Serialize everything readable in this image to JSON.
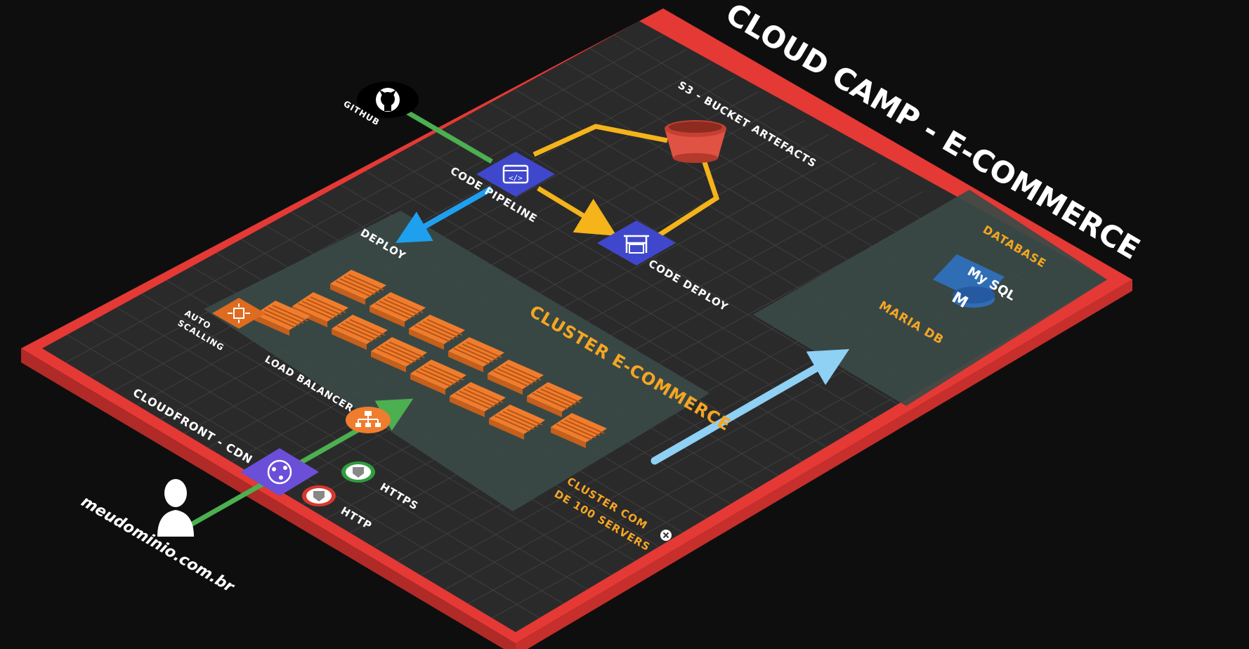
{
  "title": "CLOUD CAMP -    E-COMMERCE",
  "labels": {
    "github": "GITHUB",
    "s3": "S3 - BUCKET ARTEFACTS",
    "code_pipeline": "CODE PIPELINE",
    "code_deploy": "CODE DEPLOY",
    "deploy": "DEPLOY",
    "database": "DATABASE",
    "mysql": "My SQL",
    "maria_db": "MARIA DB",
    "cluster": "CLUSTER E-COMMERCE",
    "auto_scaling_line1": "AUTO",
    "auto_scaling_line2": "SCALLING",
    "load_balancer": "LOAD BALANCER",
    "cloudfront": "CLOUDFRONT - CDN",
    "https": "HTTPS",
    "http": "HTTP",
    "cluster_note_line1": "CLUSTER  COM",
    "cluster_note_line2": "DE 100 SERVERS",
    "domain": "meudominio.com.br"
  },
  "colors": {
    "background": "#0e0e0e",
    "platform_border": "#e53935",
    "platform_surface": "#2b2a2b",
    "grid": "#3f3f40",
    "zone": "#3b4a47",
    "orange_text": "#f5a623",
    "pipeline_yellow": "#f4b41a",
    "deploy_blue": "#1ea0ef",
    "db_arrow": "#8fd0f5",
    "green_line": "#4caf50",
    "aws_purple": "#3f48cc",
    "cdn_purple": "#6b4fd8",
    "ec2_orange": "#ef7d2d",
    "mysql_blue": "#2f6db5"
  },
  "icons": [
    "github-icon",
    "s3-bucket-icon",
    "code-pipeline-icon",
    "code-deploy-icon",
    "mysql-icon",
    "ec2-instance-icon",
    "auto-scaling-icon",
    "load-balancer-icon",
    "cloudfront-icon",
    "shield-icon",
    "user-icon",
    "close-icon"
  ]
}
